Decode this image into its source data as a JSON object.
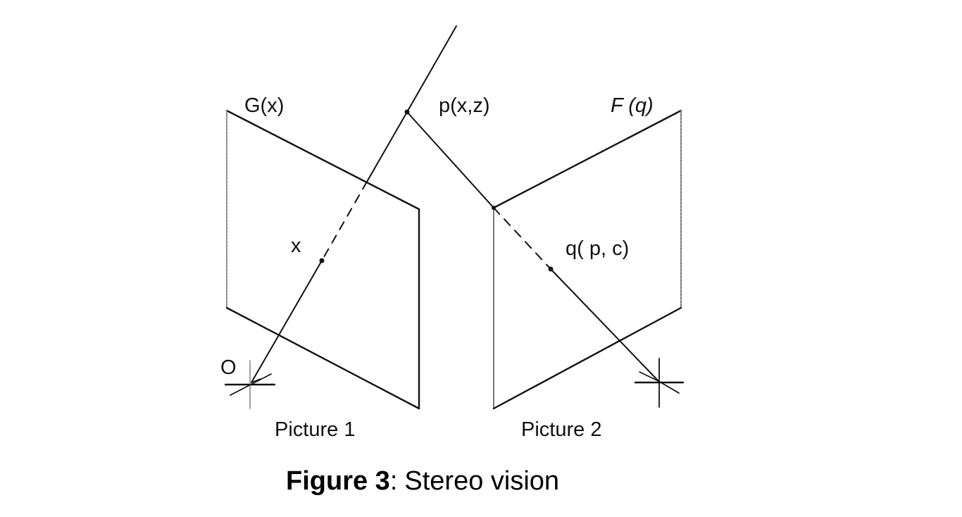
{
  "figure": {
    "caption_label": "Figure 3",
    "caption_sep": ":",
    "caption_text": "Stereo vision"
  },
  "labels": {
    "g_x": "G(x)",
    "p_xz": "p(x,z)",
    "f_q": "F (q)",
    "x": "x",
    "q_pc": "q( p, c)",
    "o": "O",
    "picture1": "Picture 1",
    "picture2": "Picture 2"
  }
}
